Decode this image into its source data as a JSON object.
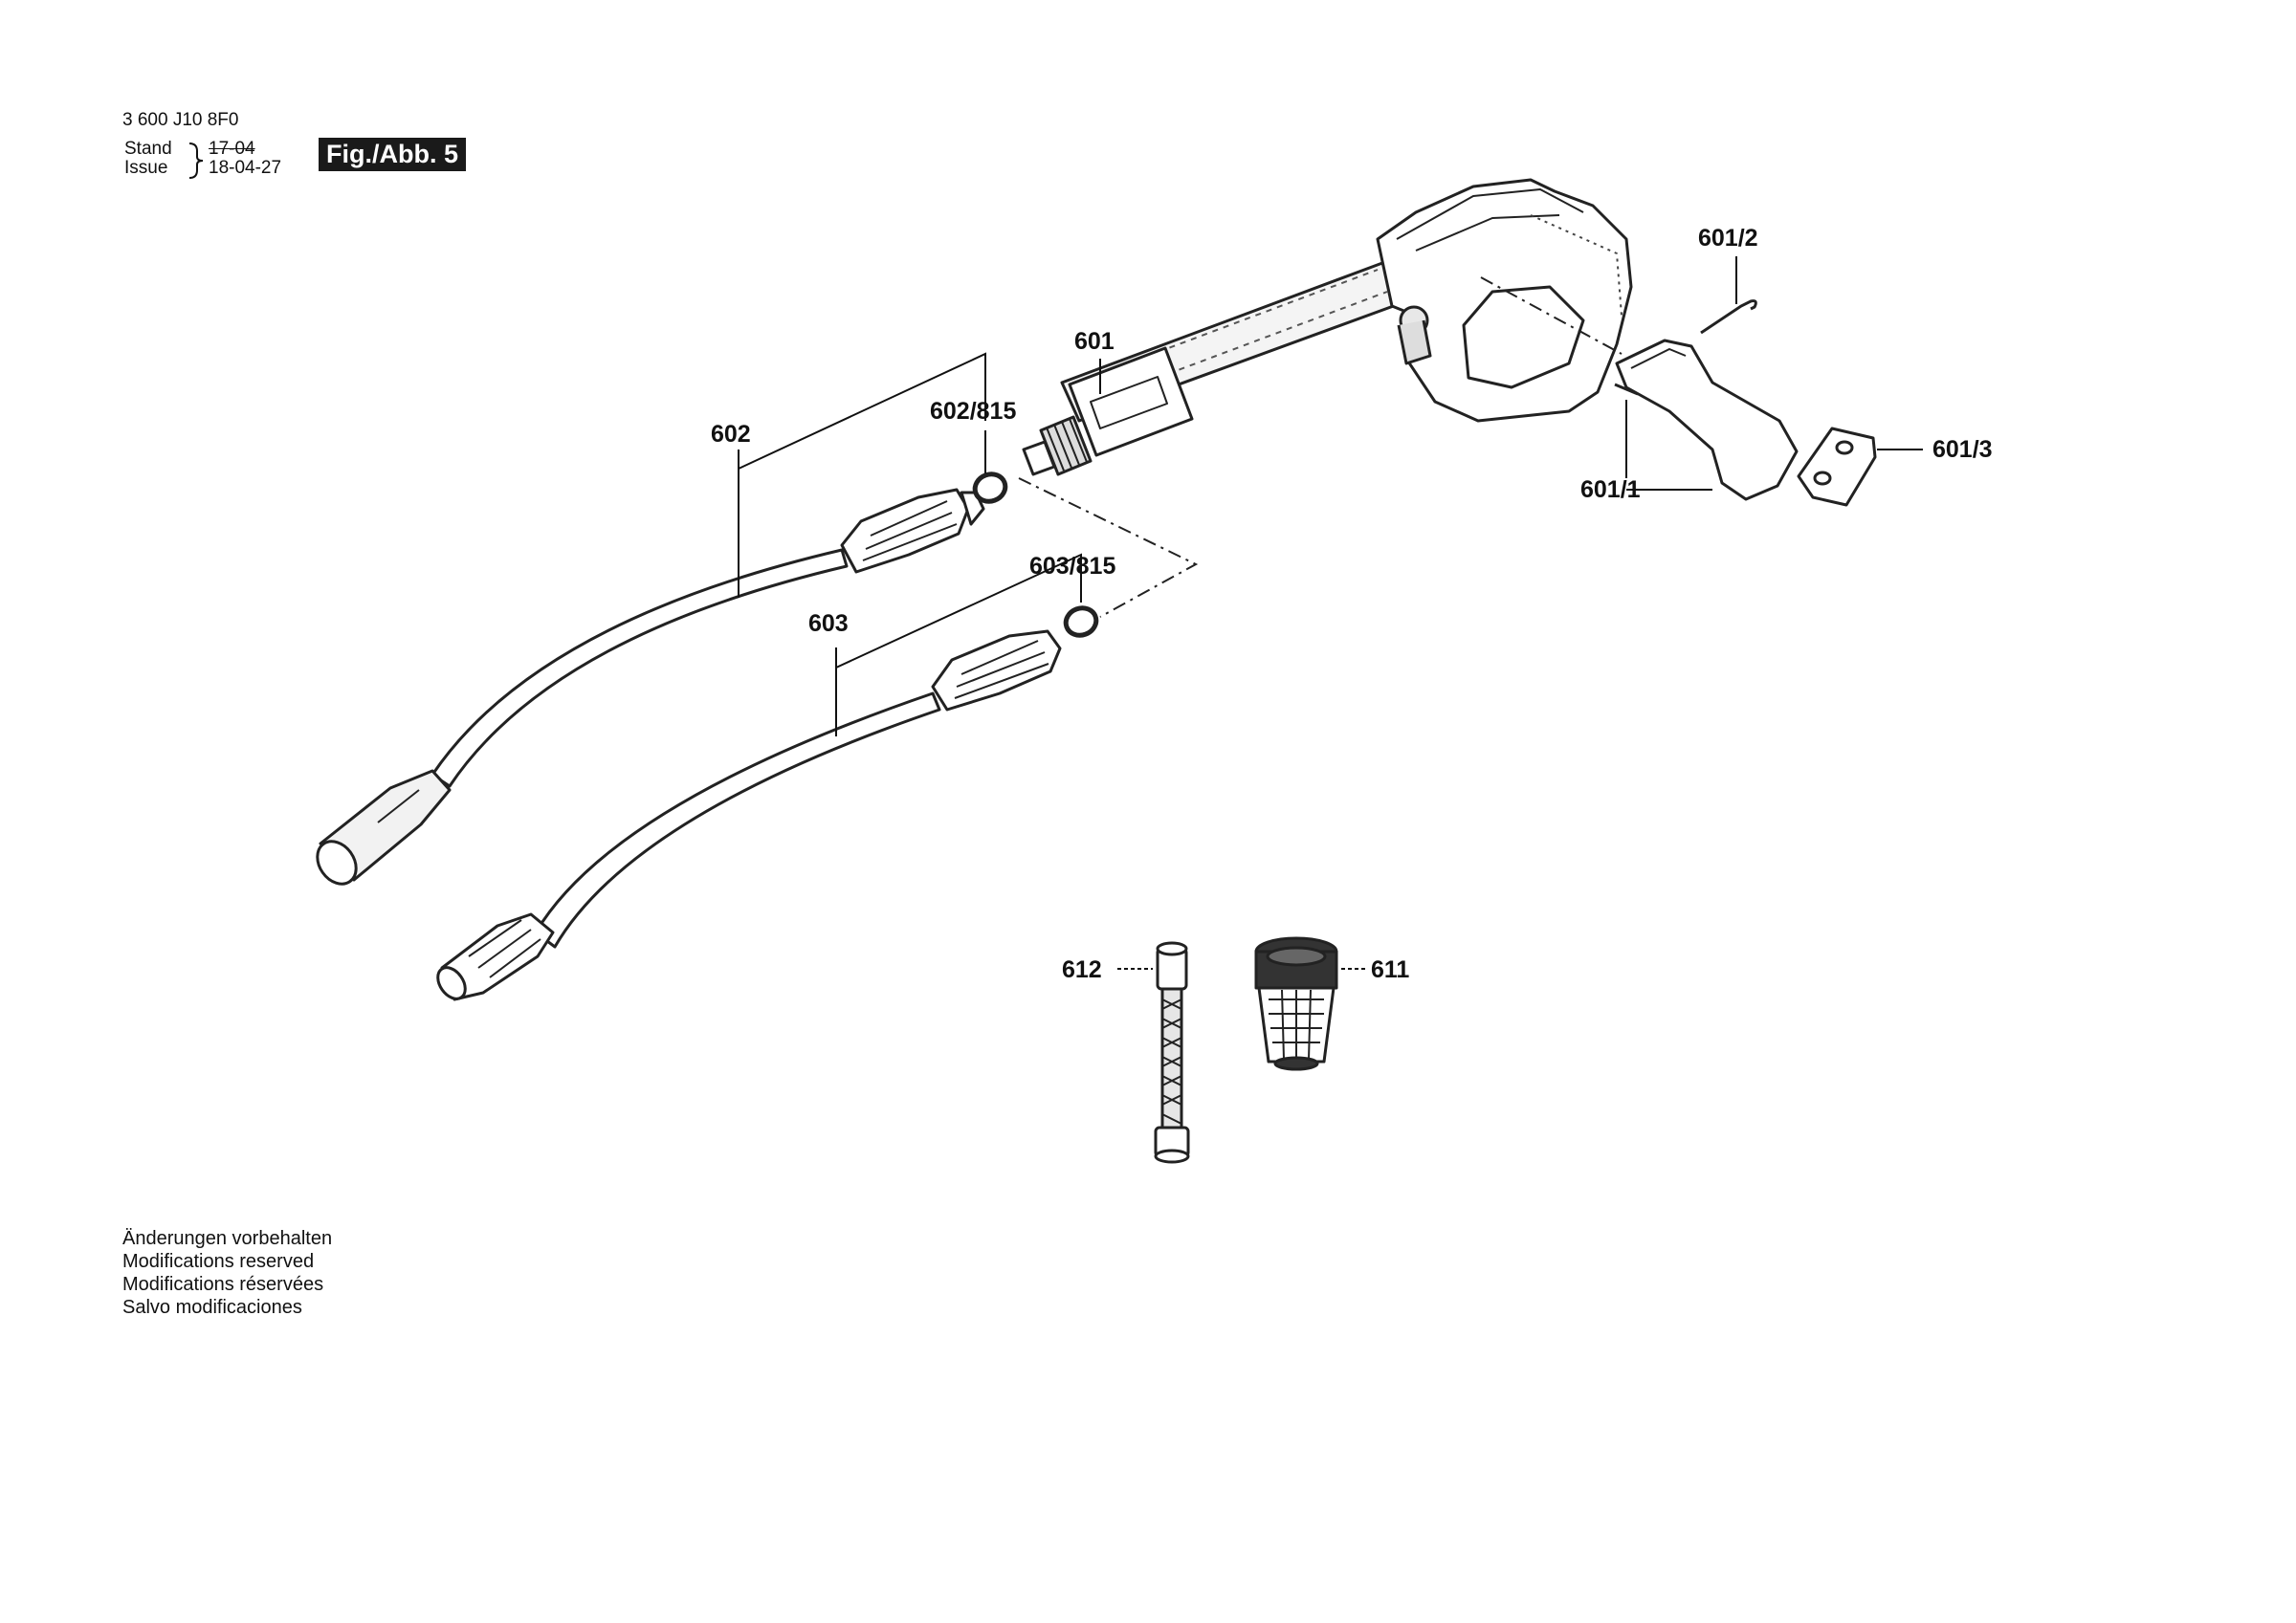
{
  "header": {
    "doc_number": "3 600 J10 8F0",
    "stand_label": "Stand",
    "issue_label": "Issue",
    "old_date": "17-04",
    "issue_date": "18-04-27",
    "figure_label": "Fig./Abb. 5"
  },
  "callouts": {
    "p601": "601",
    "p601_1": "601/1",
    "p601_2": "601/2",
    "p601_3": "601/3",
    "p602": "602",
    "p602_815": "602/815",
    "p603": "603",
    "p603_815": "603/815",
    "p611": "611",
    "p612": "612"
  },
  "notes": [
    "Änderungen vorbehalten",
    "Modifications reserved",
    "Modifications réservées",
    "Salvo modificaciones"
  ]
}
